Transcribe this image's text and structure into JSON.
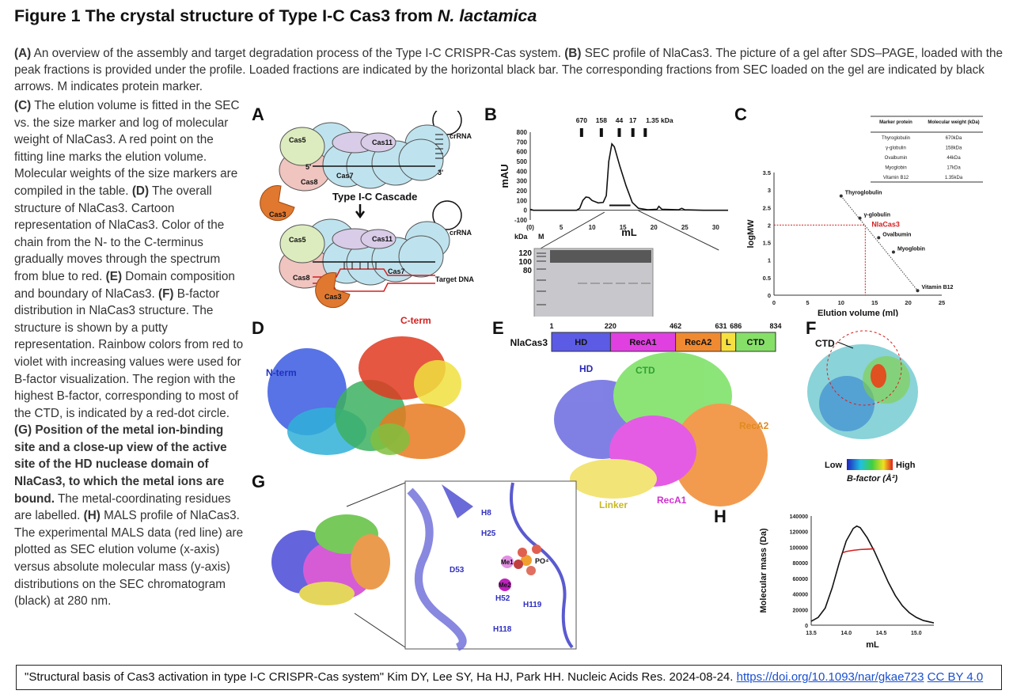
{
  "title": {
    "prefix": "Figure 1  The crystal structure of Type I-C Cas3 from ",
    "species": "N. lactamica"
  },
  "caption_top": [
    {
      "b": "(A)",
      "t": " An overview of the assembly and target degradation process of the Type I-C CRISPR-Cas system. "
    },
    {
      "b": "(B)",
      "t": " SEC profile of NlaCas3. The picture of a gel after SDS–PAGE, loaded with the peak fractions is provided under the profile. Loaded fractions are indicated by the horizontal black bar. The corresponding fractions from SEC loaded on the gel are indicated by black arrows. M indicates protein marker."
    }
  ],
  "caption_left": [
    {
      "b": "(C)",
      "t": " The elution volume is fitted in the SEC vs. the size marker and log of molecular weight of NlaCas3. A red point on the fitting line marks the elution volume. Molecular weights of the size markers are compiled in the table. "
    },
    {
      "b": "(D)",
      "t": " The overall structure of NlaCas3. Cartoon representation of NlaCas3. Color of the chain from the N- to the C-terminus gradually moves through the spectrum from blue to red. "
    },
    {
      "b": "(E)",
      "t": " Domain composition and boundary of NlaCas3. "
    },
    {
      "b": "(F)",
      "t": " B-factor distribution in NlaCas3 structure. The structure is shown by a putty representation. Rainbow colors from red to violet with increasing values were used for B-factor visualization. The region with the highest B-factor, corresponding to most of the CTD, is indicated by a red-dot circle. "
    },
    {
      "b": "(G) Position of the metal ion-binding site and a close-up view of the active site of the HD nuclease domain of NlaCas3, to which the metal ions are bound.",
      "t": " The metal-coordinating residues are labelled. "
    },
    {
      "b": "(H)",
      "t": " MALS profile of NlaCas3. The experimental MALS data (red line) are plotted as SEC elution volume (x-axis) versus absolute molecular mass (y-axis) distributions on the SEC chromatogram (black) at 280 nm."
    }
  ],
  "panels": {
    "A": "A",
    "B": "B",
    "C": "C",
    "D": "D",
    "E": "E",
    "F": "F",
    "G": "G",
    "H": "H"
  },
  "panel_a": {
    "cas5": "Cas5",
    "cas8": "Cas8",
    "cas7": "Cas7",
    "cas11": "Cas11",
    "cas3": "Cas3",
    "crrna": "crRNA",
    "five": "5'",
    "three": "3'",
    "cascade": "Type I-C Cascade",
    "target": "Target DNA"
  },
  "chart_data": [
    {
      "type": "line",
      "id": "B",
      "xlabel": "mL",
      "ylabel": "mAU",
      "xlim": [
        0,
        32
      ],
      "ylim": [
        -100,
        800
      ],
      "xticks": [
        "(0)",
        "5",
        "10",
        "15",
        "20",
        "25",
        "30"
      ],
      "yticks": [
        "-100",
        "0",
        "100",
        "200",
        "300",
        "400",
        "500",
        "600",
        "700",
        "800"
      ],
      "series": [
        {
          "x": [
            0,
            0.5,
            7.5,
            8,
            8.5,
            9,
            9.5,
            10,
            11,
            11.8,
            12.3,
            12.7,
            13.2,
            13.6,
            14.5,
            15.5,
            16.5,
            17.5,
            19,
            20.5,
            20.8,
            21.3,
            24,
            24.5,
            25,
            28,
            32
          ],
          "y": [
            10,
            0,
            0,
            20,
            100,
            135,
            130,
            100,
            75,
            80,
            150,
            500,
            680,
            650,
            450,
            250,
            80,
            20,
            5,
            10,
            40,
            10,
            5,
            20,
            5,
            0,
            0
          ]
        }
      ],
      "markers": [
        {
          "label": "670",
          "x": 8.3
        },
        {
          "label": "158",
          "x": 11.5
        },
        {
          "label": "44",
          "x": 14.4
        },
        {
          "label": "17",
          "x": 16.6
        },
        {
          "label": "1.35 kDa",
          "x": 18.6
        }
      ],
      "loaded_fractions": [
        12.8,
        16.2
      ],
      "gel": {
        "unit": "kDa",
        "marker_lane": "M",
        "sizes": [
          "120",
          "100",
          "80"
        ]
      }
    },
    {
      "type": "scatter",
      "id": "C",
      "xlabel": "Elution volume (ml)",
      "ylabel": "logMW",
      "xlim": [
        0,
        25
      ],
      "ylim": [
        0,
        3.5
      ],
      "xticks": [
        "0",
        "5",
        "10",
        "15",
        "20",
        "25"
      ],
      "yticks": [
        "0",
        "0.5",
        "1",
        "1.5",
        "2",
        "2.5",
        "3",
        "3.5"
      ],
      "points": [
        {
          "label": "Thyroglobulin",
          "x": 10,
          "y": 2.83
        },
        {
          "label": "γ-globulin",
          "x": 12.8,
          "y": 2.2
        },
        {
          "label": "Ovalbumin",
          "x": 15.6,
          "y": 1.64
        },
        {
          "label": "Myoglobin",
          "x": 17.8,
          "y": 1.23
        },
        {
          "label": "Vitamin B12",
          "x": 21.4,
          "y": 0.13
        }
      ],
      "highlight": {
        "label": "NlaCas3",
        "x": 13.6,
        "y": 2.0,
        "color": "#d42020"
      },
      "table": {
        "headers": [
          "Marker protein",
          "Molecular weight (kDa)"
        ],
        "rows": [
          [
            "Thyroglobulin",
            "670kDa"
          ],
          [
            "γ-globulin",
            "158kDa"
          ],
          [
            "Ovalbumin",
            "44kDa"
          ],
          [
            "Myoglobin",
            "17kDa"
          ],
          [
            "Vitamin B12",
            "1.35kDa"
          ]
        ]
      }
    },
    {
      "type": "line",
      "id": "H",
      "xlabel": "mL",
      "ylabel": "Molecular mass (Da)",
      "xlim": [
        13.5,
        15.25
      ],
      "ylim": [
        0,
        140000
      ],
      "xticks": [
        "13.5",
        "14.0",
        "14.5",
        "15.0"
      ],
      "yticks": [
        "0",
        "20000",
        "40000",
        "60000",
        "80000",
        "100000",
        "120000",
        "140000"
      ],
      "series": [
        {
          "name": "",
          "color": "#111",
          "x": [
            13.5,
            13.6,
            13.7,
            13.8,
            13.9,
            14.0,
            14.1,
            14.15,
            14.2,
            14.3,
            14.4,
            14.5,
            14.6,
            14.7,
            14.8,
            14.9,
            15.0,
            15.1,
            15.25
          ],
          "y": [
            5000,
            10000,
            22000,
            48000,
            80000,
            108000,
            124000,
            127000,
            125000,
            112000,
            95000,
            75000,
            55000,
            38000,
            25000,
            16000,
            10000,
            6000,
            3000
          ]
        },
        {
          "name": "",
          "color": "#d42020",
          "x": [
            13.95,
            14.0,
            14.1,
            14.2,
            14.3,
            14.4
          ],
          "y": [
            93000,
            94500,
            96000,
            97000,
            97500,
            98000
          ]
        }
      ]
    }
  ],
  "panel_d": {
    "cterm": "C-term",
    "nterm": "N-term"
  },
  "panel_e": {
    "protein": "NlaCas3",
    "boundaries": [
      "1",
      "220",
      "462",
      "631",
      "686",
      "834"
    ],
    "domains": [
      {
        "label": "HD",
        "start": 1,
        "end": 220,
        "color": "#5b5be6"
      },
      {
        "label": "RecA1",
        "start": 220,
        "end": 462,
        "color": "#e040e0"
      },
      {
        "label": "RecA2",
        "start": 462,
        "end": 631,
        "color": "#f08a30"
      },
      {
        "label": "L",
        "start": 631,
        "end": 686,
        "color": "#f5e040"
      },
      {
        "label": "CTD",
        "start": 686,
        "end": 834,
        "color": "#86e068"
      }
    ],
    "surface_labels": {
      "hd": "HD",
      "ctd": "CTD",
      "reca2": "RecA2",
      "linker": "Linker",
      "reca1": "RecA1"
    }
  },
  "panel_f": {
    "ctd": "CTD",
    "low": "Low",
    "high": "High",
    "bfactor": "B-factor (Å²)"
  },
  "panel_g": {
    "residues": [
      "H8",
      "H25",
      "D53",
      "H52",
      "H119",
      "H118"
    ],
    "me1": "Me1",
    "me2": "Me2",
    "po4": "PO⁴"
  },
  "footer": {
    "citation": "\"Structural basis of Cas3 activation in type I-C CRISPR-Cas system\" Kim DY, Lee SY, Ha HJ, Park HH. Nucleic Acids Res. 2024-08-24. ",
    "doi": "https://doi.org/10.1093/nar/gkae723",
    "license": "CC BY 4.0"
  }
}
